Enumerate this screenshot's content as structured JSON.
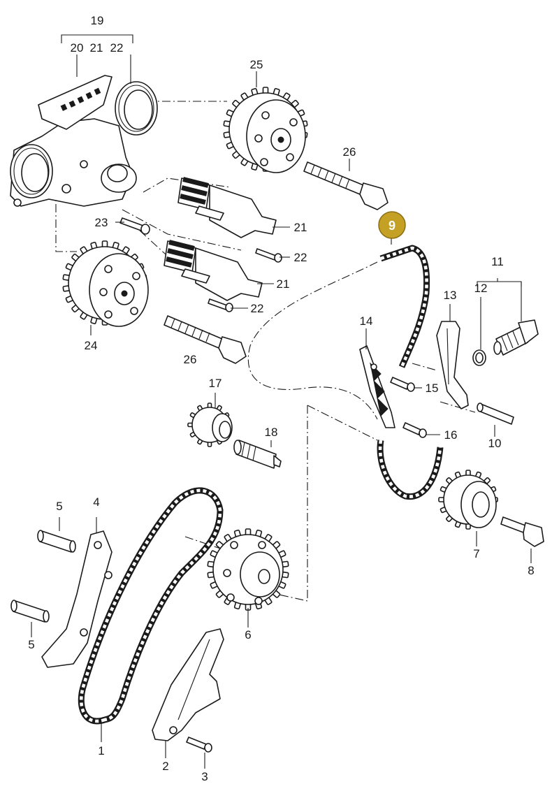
{
  "diagram": {
    "highlight_color": "#c4a024",
    "callouts": {
      "c1": "1",
      "c2": "2",
      "c3": "3",
      "c4": "4",
      "c5a": "5",
      "c5b": "5",
      "c6": "6",
      "c7": "7",
      "c8": "8",
      "c9": "9",
      "c10": "10",
      "c11": "11",
      "c12": "12",
      "c13": "13",
      "c14": "14",
      "c15": "15",
      "c16": "16",
      "c17": "17",
      "c18": "18",
      "c19": "19",
      "c20": "20",
      "c21a": "21",
      "c22a": "22",
      "c21b": "21",
      "c21c": "21",
      "c22b": "22",
      "c22c": "22",
      "c23": "23",
      "c24": "24",
      "c25": "25",
      "c26a": "26",
      "c26b": "26"
    }
  }
}
